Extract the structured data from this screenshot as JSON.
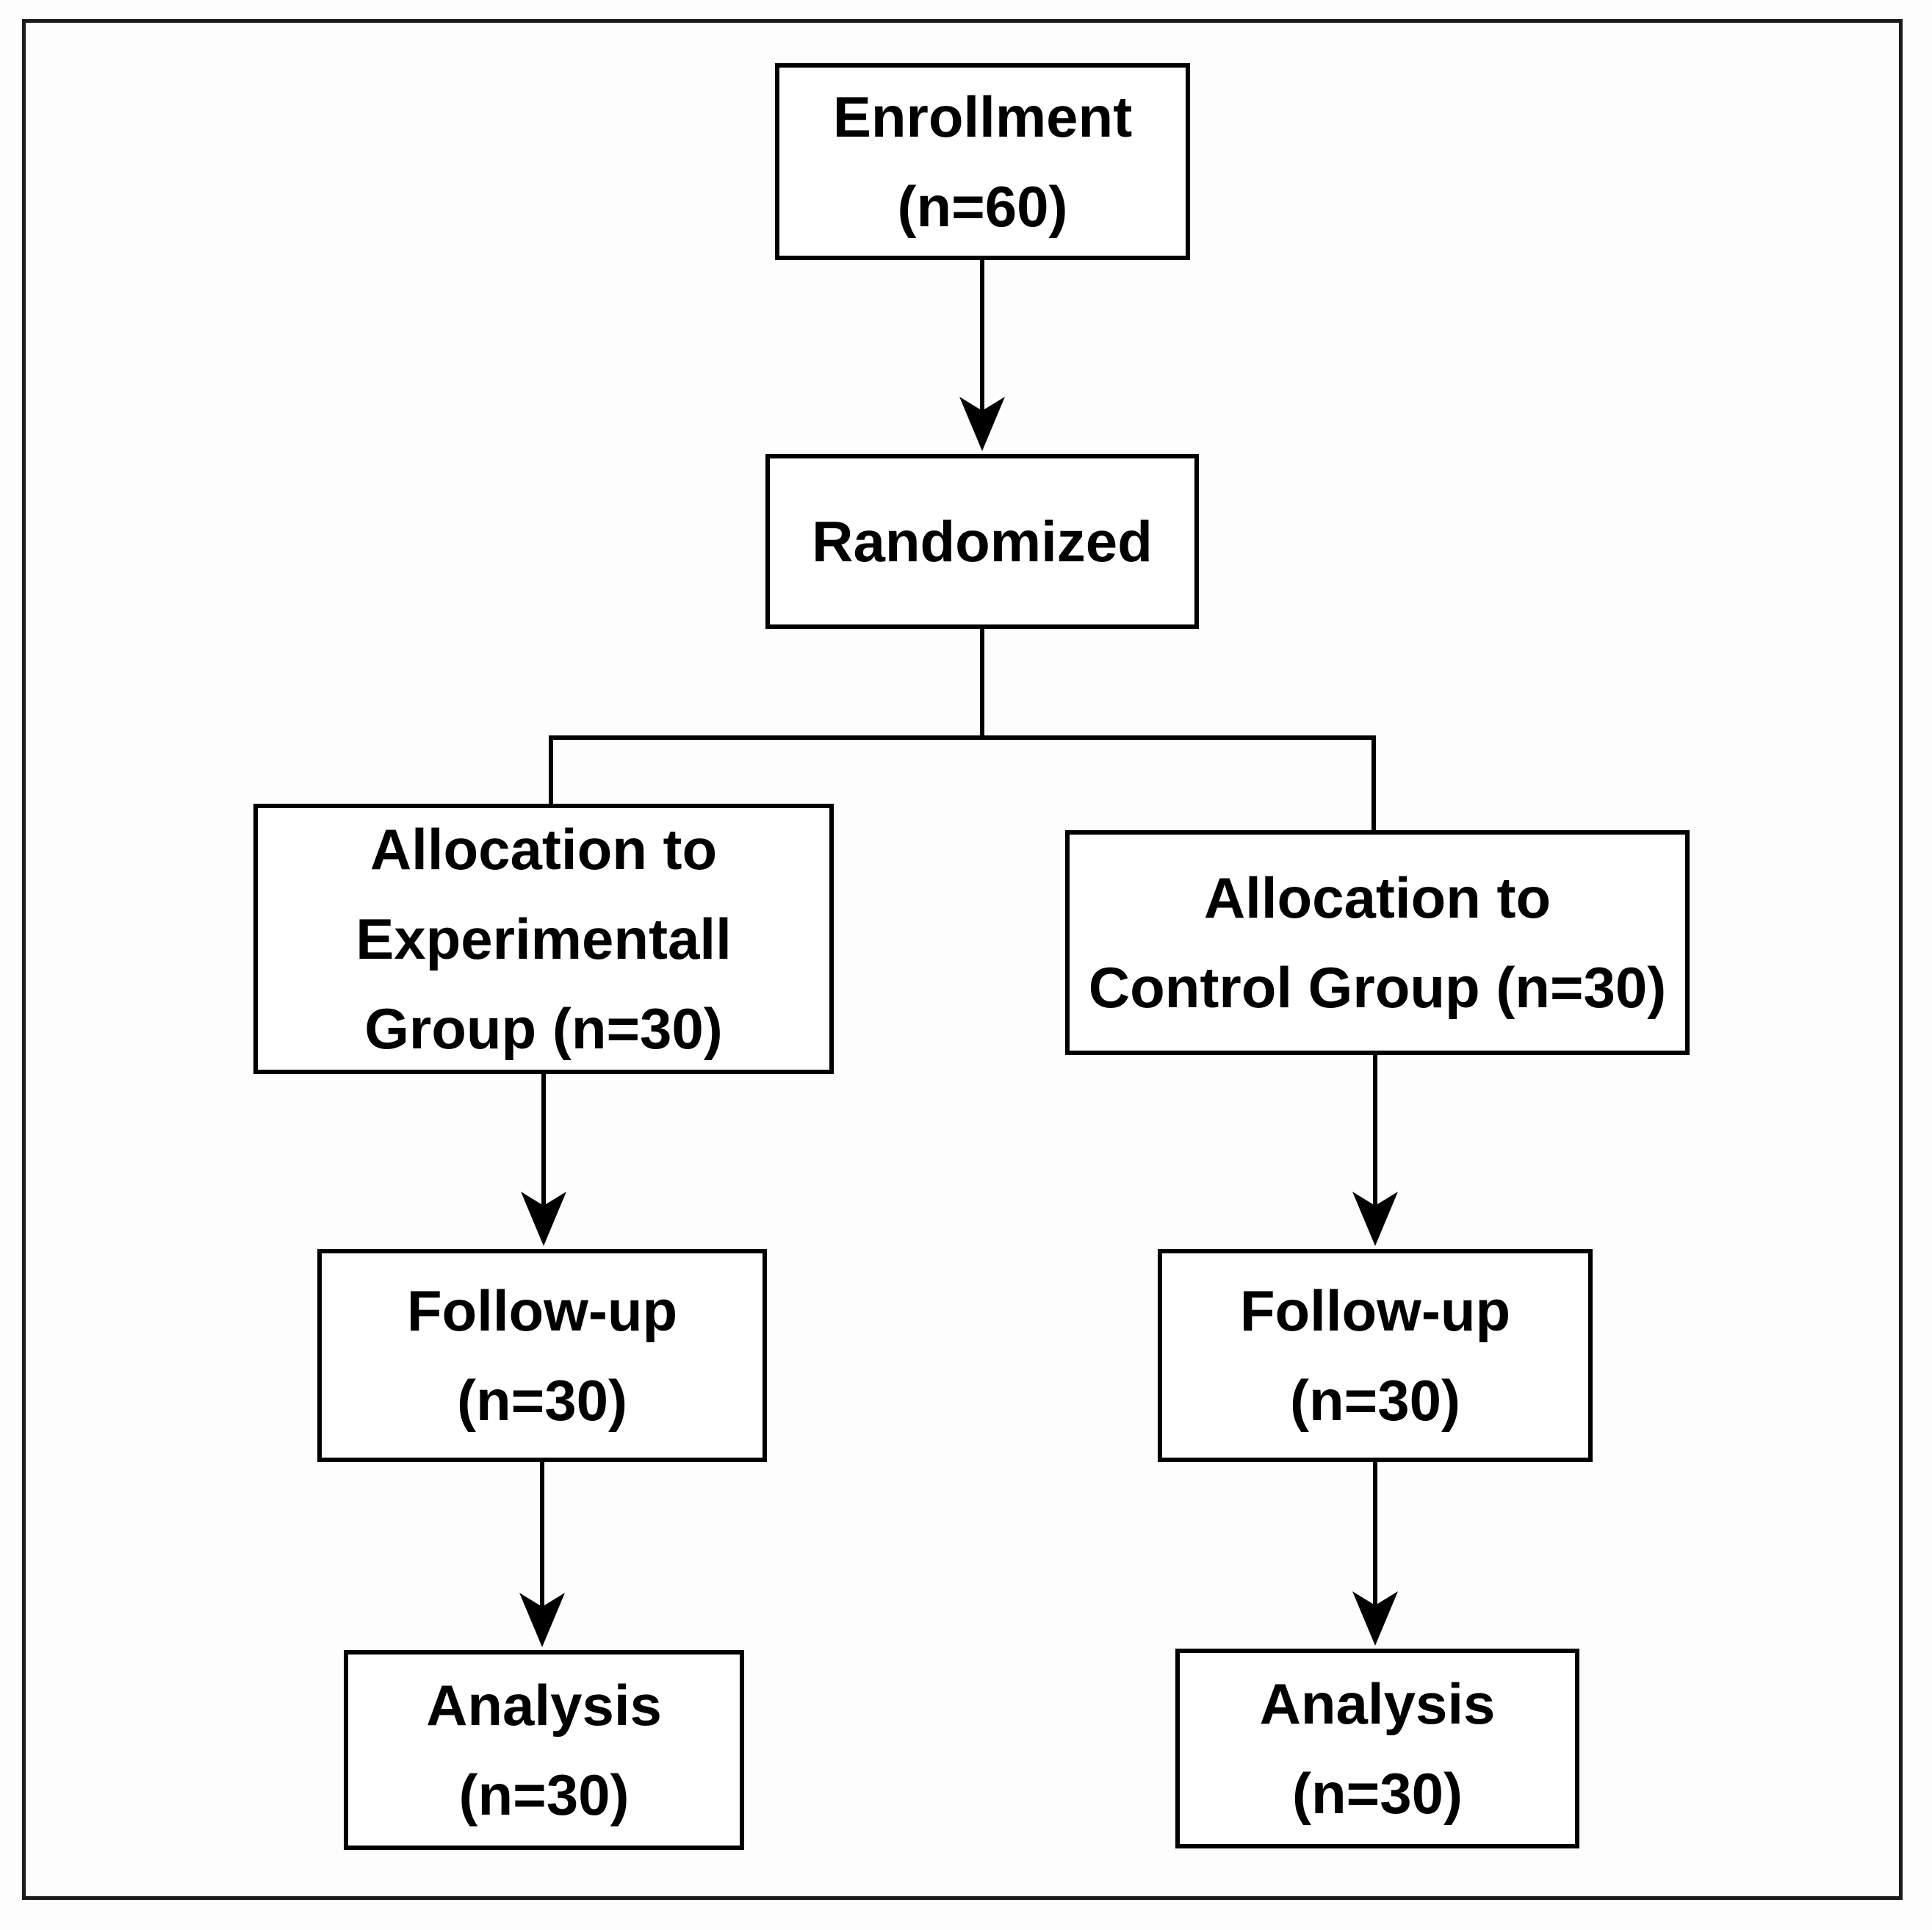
{
  "flowchart": {
    "nodes": {
      "enrollment": {
        "lines": [
          "Enrollment",
          "(n=60)"
        ]
      },
      "randomized": {
        "lines": [
          "Randomized"
        ]
      },
      "allocation_experimental": {
        "lines": [
          "Allocation to",
          "Experimentall",
          "Group (n=30)"
        ]
      },
      "allocation_control": {
        "lines": [
          "Allocation to",
          "Control Group (n=30)"
        ]
      },
      "followup_experimental": {
        "lines": [
          "Follow-up",
          "(n=30)"
        ]
      },
      "followup_control": {
        "lines": [
          "Follow-up",
          "(n=30)"
        ]
      },
      "analysis_experimental": {
        "lines": [
          "Analysis",
          "(n=30)"
        ]
      },
      "analysis_control": {
        "lines": [
          "Analysis",
          "(n=30)"
        ]
      }
    },
    "edges": [
      {
        "from": "enrollment",
        "to": "randomized",
        "arrowhead": true
      },
      {
        "from": "randomized",
        "to": "allocation_experimental",
        "arrowhead": false
      },
      {
        "from": "randomized",
        "to": "allocation_control",
        "arrowhead": false
      },
      {
        "from": "allocation_experimental",
        "to": "followup_experimental",
        "arrowhead": true
      },
      {
        "from": "allocation_control",
        "to": "followup_control",
        "arrowhead": true
      },
      {
        "from": "followup_experimental",
        "to": "analysis_experimental",
        "arrowhead": true
      },
      {
        "from": "followup_control",
        "to": "analysis_control",
        "arrowhead": true
      }
    ],
    "colors": {
      "background": "#fdfdfd",
      "box_fill": "#ffffff",
      "box_border": "#000000",
      "text": "#000000",
      "line": "#000000",
      "outer_frame": "#1c1c1c"
    }
  }
}
